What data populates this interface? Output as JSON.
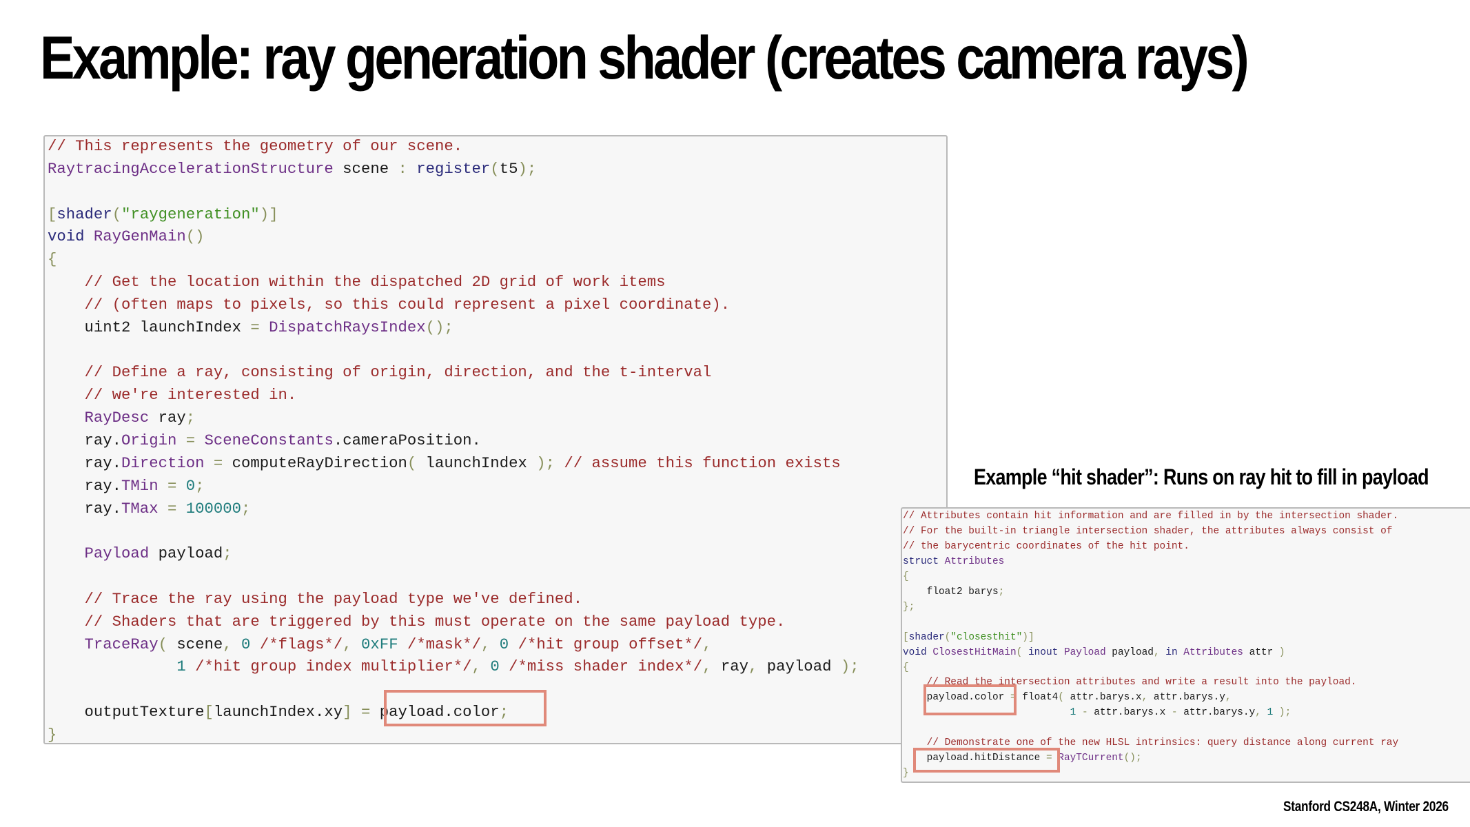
{
  "slide": {
    "title": "Example: ray generation shader (creates camera rays)",
    "hit_caption": "Example “hit shader”: Runs on ray hit to fill in payload",
    "credit": "Stanford CS248A, Winter 2026"
  },
  "colors": {
    "comment": "#9b2b2b",
    "keyword": "#2a2a7a",
    "type": "#6d2f86",
    "string": "#3f8f22",
    "number": "#1f7c7c",
    "punctuation": "#878f5a",
    "highlight_box": "#e0897a",
    "code_background": "#f7f7f7"
  },
  "raygen_code": [
    "// This represents the geometry of our scene.",
    "RaytracingAccelerationStructure scene : register(t5);",
    "",
    "[shader(\"raygeneration\")]",
    "void RayGenMain()",
    "{",
    "    // Get the location within the dispatched 2D grid of work items",
    "    // (often maps to pixels, so this could represent a pixel coordinate).",
    "    uint2 launchIndex = DispatchRaysIndex();",
    "",
    "    // Define a ray, consisting of origin, direction, and the t-interval",
    "    // we're interested in.",
    "    RayDesc ray;",
    "    ray.Origin = SceneConstants.cameraPosition.",
    "    ray.Direction = computeRayDirection( launchIndex ); // assume this function exists",
    "    ray.TMin = 0;",
    "    ray.TMax = 100000;",
    "",
    "    Payload payload;",
    "",
    "    // Trace the ray using the payload type we've defined.",
    "    // Shaders that are triggered by this must operate on the same payload type.",
    "    TraceRay( scene, 0 /*flags*/, 0xFF /*mask*/, 0 /*hit group offset*/,",
    "              1 /*hit group index multiplier*/, 0 /*miss shader index*/, ray, payload );",
    "",
    "    outputTexture[launchIndex.xy] = payload.color;",
    "}"
  ],
  "hit_code": [
    "// Attributes contain hit information and are filled in by the intersection shader.",
    "// For the built-in triangle intersection shader, the attributes always consist of",
    "// the barycentric coordinates of the hit point.",
    "struct Attributes",
    "{",
    "    float2 barys;",
    "};",
    "",
    "[shader(\"closesthit\")]",
    "void ClosestHitMain( inout Payload payload, in Attributes attr )",
    "{",
    "    // Read the intersection attributes and write a result into the payload.",
    "    payload.color = float4( attr.barys.x, attr.barys.y,",
    "                            1 - attr.barys.x - attr.barys.y, 1 );",
    "",
    "    // Demonstrate one of the new HLSL intrinsics: query distance along current ray",
    "    payload.hitDistance = RayTCurrent();",
    "}"
  ],
  "highlights": [
    "payload.color;",
    "payload.color",
    "payload.hitDistance"
  ]
}
